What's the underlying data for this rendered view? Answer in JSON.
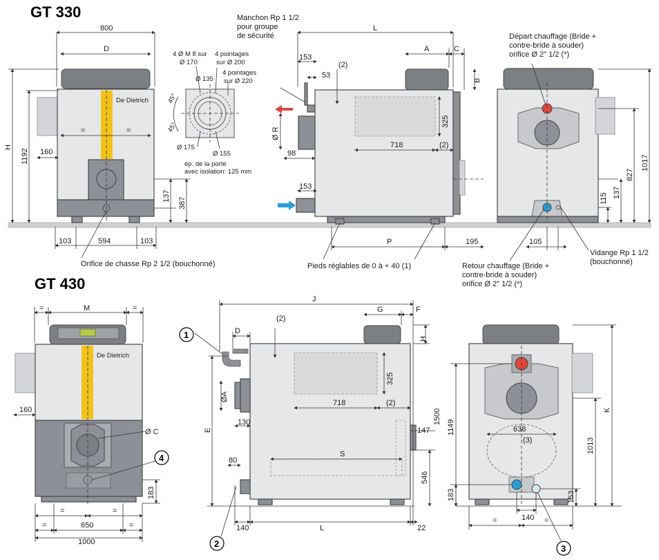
{
  "titles": {
    "gt330": "GT 330",
    "gt430": "GT 430"
  },
  "gt330_front": {
    "w800": "800",
    "d": "D",
    "h": "H",
    "h1192": "1192",
    "d160": "160",
    "d137": "137",
    "d387": "387",
    "eq1": "=",
    "eq2": "=",
    "d103a": "103",
    "d594": "594",
    "d103b": "103",
    "logo": "De Dietrich",
    "drain_label": "Orifice de chasse Rp 2 1/2 (bouchonné)"
  },
  "flange": {
    "l1": "4 Ø M 8 sur",
    "l2": "Ø 170",
    "l3": "4 pointages",
    "l4": "sur Ø 200",
    "l5": "Ø 135",
    "l6": "4 pointages",
    "l7": "sur Ø 220",
    "a45a": "45°",
    "a45b": "45°",
    "d175": "Ø 175",
    "d155": "Ø 155",
    "note1": "ép. de la porte",
    "note2": "avec isolation: 125 mm"
  },
  "gt330_side": {
    "manchon1": "Manchon Rp 1 1/2",
    "manchon2": "pour groupe",
    "manchon3": "de sécurité",
    "l": "L",
    "a": "A",
    "c": "C",
    "b": "B",
    "d153a": "153",
    "d53": "53",
    "n2a": "(2)",
    "r": "Ø R",
    "d325": "325",
    "d98": "98",
    "d718": "718",
    "n2b": "(2)",
    "d153b": "153",
    "p": "P",
    "d195": "195",
    "feet": "Pieds réglables de 0 à + 40 (1)"
  },
  "gt330_rear": {
    "dep1": "Départ chauffage (Bride +",
    "dep2": "contre-bride à souder)",
    "dep3": "orifice Ø 2\" 1/2 (*)",
    "d1017": "1017",
    "d827": "827",
    "d137": "137",
    "d115": "115",
    "d105": "105",
    "vid1": "Vidange Rp 1 1/2",
    "vid2": "(bouchonné)",
    "ret1": "Retour chauffage (Bride +",
    "ret2": "contre-bride à souder)",
    "ret3": "orifice Ø 2\" 1/2 (*)"
  },
  "gt430_front": {
    "eqa": "=",
    "m": "M",
    "eqb": "=",
    "d160": "160",
    "c": "Ø C",
    "d183": "183",
    "eqc": "=",
    "eqd": "=",
    "eqe": "=",
    "d650": "650",
    "eqf": "=",
    "d1000": "1000",
    "logo": "De Dietrich",
    "b4": "4"
  },
  "gt430_side": {
    "j": "J",
    "g": "G",
    "f": "F",
    "h": "H",
    "d": "D",
    "n2a": "(2)",
    "b1": "1",
    "a": "ØA",
    "d325": "325",
    "d718": "718",
    "n2b": "(2)",
    "e": "E",
    "d130": "130",
    "d147": "147",
    "s": "S",
    "d80": "80",
    "d546": "546",
    "d140": "140",
    "l": "L",
    "d22": "22",
    "b2": "2"
  },
  "gt430_rear": {
    "k": "K",
    "d1500": "1500",
    "d1149": "1149",
    "d638": "638",
    "n3": "(3)",
    "d1013": "1013",
    "d183": "183",
    "d153": "153",
    "d140": "140",
    "eqa": "=",
    "eqb": "=",
    "b3": "3"
  }
}
